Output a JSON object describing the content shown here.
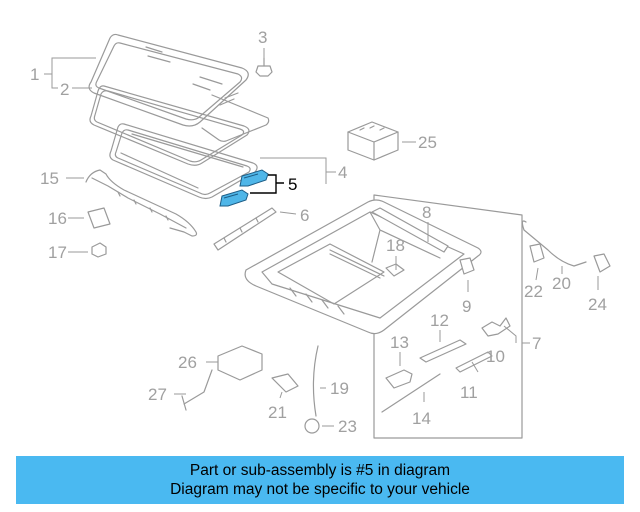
{
  "callouts": {
    "p1": "1",
    "p2": "2",
    "p3": "3",
    "p4": "4",
    "p5": "5",
    "p6": "6",
    "p7": "7",
    "p8": "8",
    "p9": "9",
    "p10": "10",
    "p11": "11",
    "p12": "12",
    "p13": "13",
    "p14": "14",
    "p15": "15",
    "p16": "16",
    "p17": "17",
    "p18": "18",
    "p19": "19",
    "p20": "20",
    "p21": "21",
    "p22": "22",
    "p23": "23",
    "p24": "24",
    "p25": "25",
    "p26": "26",
    "p27": "27"
  },
  "highlighted_part": "5",
  "colors": {
    "highlight": "#4fb6e8",
    "banner": "#4ab9f1",
    "line_art": "#9a9a9a"
  },
  "banner": {
    "line1": "Part or sub-assembly is #5 in diagram",
    "line2": "Diagram may not be specific to your vehicle"
  }
}
